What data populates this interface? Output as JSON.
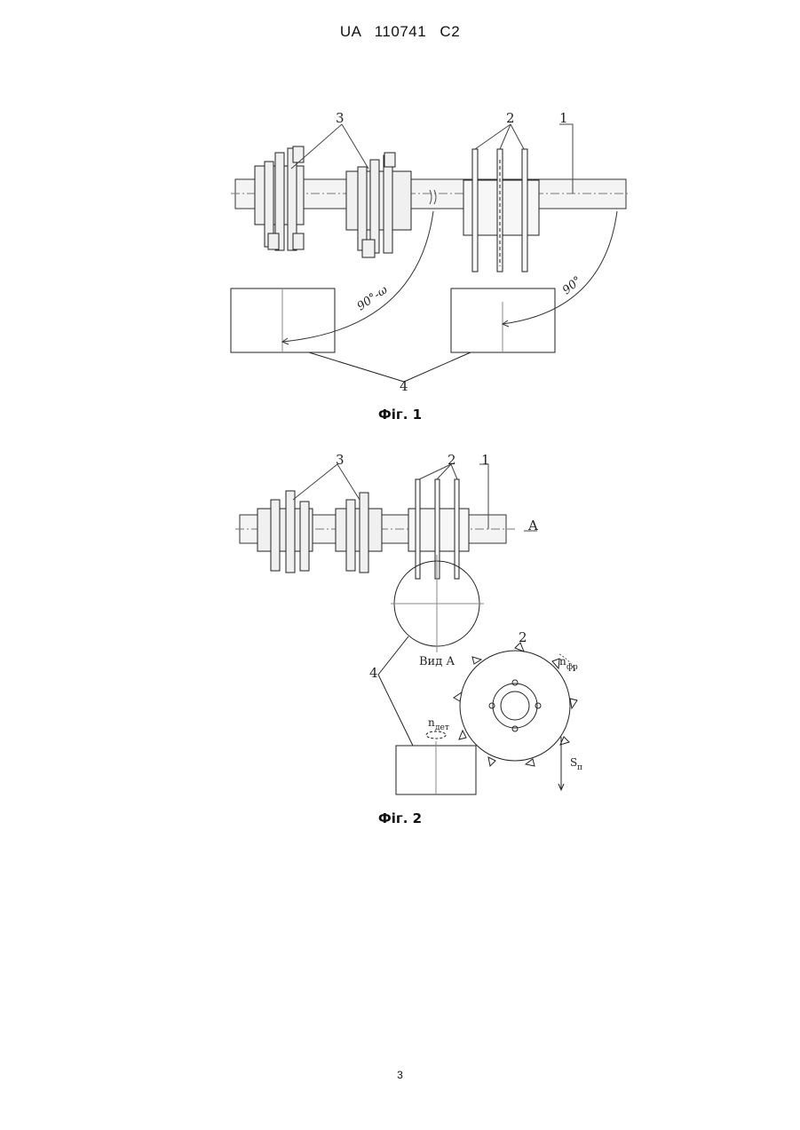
{
  "header": {
    "patent_number": "UA   110741   C2"
  },
  "figure1": {
    "caption": "Фіг. 1",
    "labels": {
      "shaft": "1",
      "discs": "2",
      "cutters": "3",
      "workpieces": "4"
    },
    "angles": {
      "left": "90°-ω",
      "right": "90°"
    }
  },
  "figure2": {
    "caption": "Фіг. 2",
    "labels": {
      "shaft": "1",
      "discs": "2",
      "cutters": "3",
      "workpieces": "4",
      "view_marker": "A",
      "view_title": "Вид А",
      "disc_label": "2"
    },
    "symbols": {
      "n_cutter_base": "n",
      "n_cutter_sub": "фр",
      "n_part_base": "n",
      "n_part_sub": "дет",
      "feed_base": "S",
      "feed_sub": "п"
    }
  },
  "footer": {
    "page_number": "3"
  }
}
